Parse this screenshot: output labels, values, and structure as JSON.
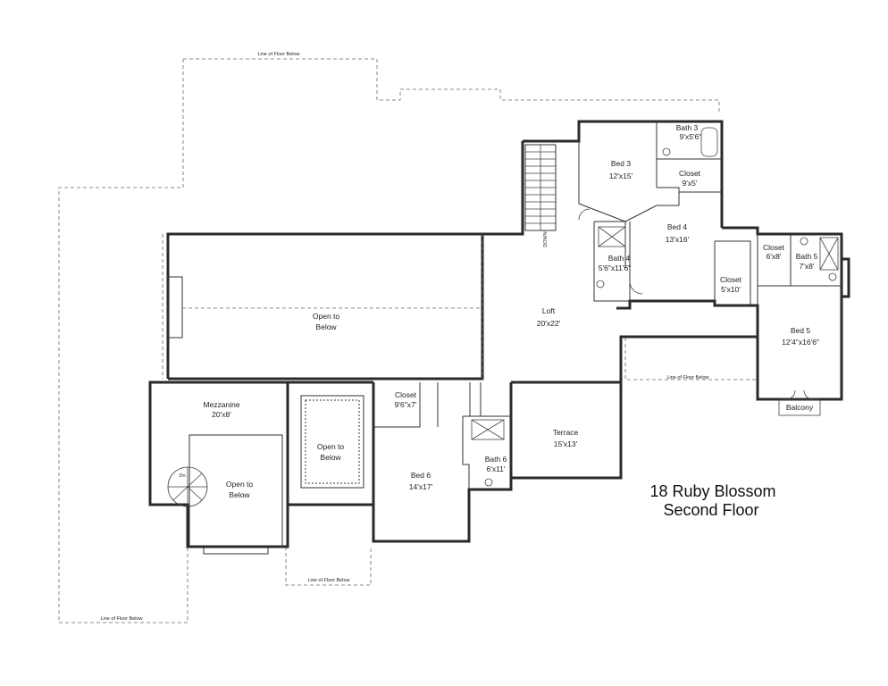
{
  "title": {
    "line1": "18 Ruby Blossom",
    "line2": "Second Floor"
  },
  "floor_below_labels": {
    "top": "Line of Floor Below",
    "right": "Line of Floor Below",
    "bottom_center": "Line of Floor Below",
    "bottom_left": "Line of Floor Below"
  },
  "rooms": {
    "bath3": {
      "name": "Bath 3",
      "size": "9'x5'6\""
    },
    "closet3": {
      "name": "Closet",
      "size": "9'x5'"
    },
    "bed3": {
      "name": "Bed 3",
      "size": "12'x15'"
    },
    "bed4": {
      "name": "Bed 4",
      "size": "13'x16'"
    },
    "bath4": {
      "name": "Bath 4",
      "size": "5'6\"x11'6\""
    },
    "closet4": {
      "name": "Closet",
      "size": "5'x10'"
    },
    "closet5": {
      "name": "Closet",
      "size": "6'x8'"
    },
    "bath5": {
      "name": "Bath 5",
      "size": "7'x8'"
    },
    "bed5": {
      "name": "Bed 5",
      "size": "12'4\"x16'6\""
    },
    "balcony": {
      "name": "Balcony"
    },
    "loft": {
      "name": "Loft",
      "size": "20'x22'"
    },
    "open_big": {
      "line1": "Open to",
      "line2": "Below"
    },
    "mezzanine": {
      "name": "Mezzanine",
      "size": "20'x8'"
    },
    "open_mezz": {
      "line1": "Open to",
      "line2": "Below"
    },
    "open_center": {
      "line1": "Open to",
      "line2": "Below"
    },
    "closet6": {
      "name": "Closet",
      "size": "9'6\"x7'"
    },
    "bath6": {
      "name": "Bath 6",
      "size": "6'x11'"
    },
    "bed6": {
      "name": "Bed 6",
      "size": "14'x17'"
    },
    "terrace": {
      "name": "Terrace",
      "size": "15'x13'"
    }
  },
  "stair_labels": {
    "main": "DOWN",
    "spiral": "Dn"
  }
}
